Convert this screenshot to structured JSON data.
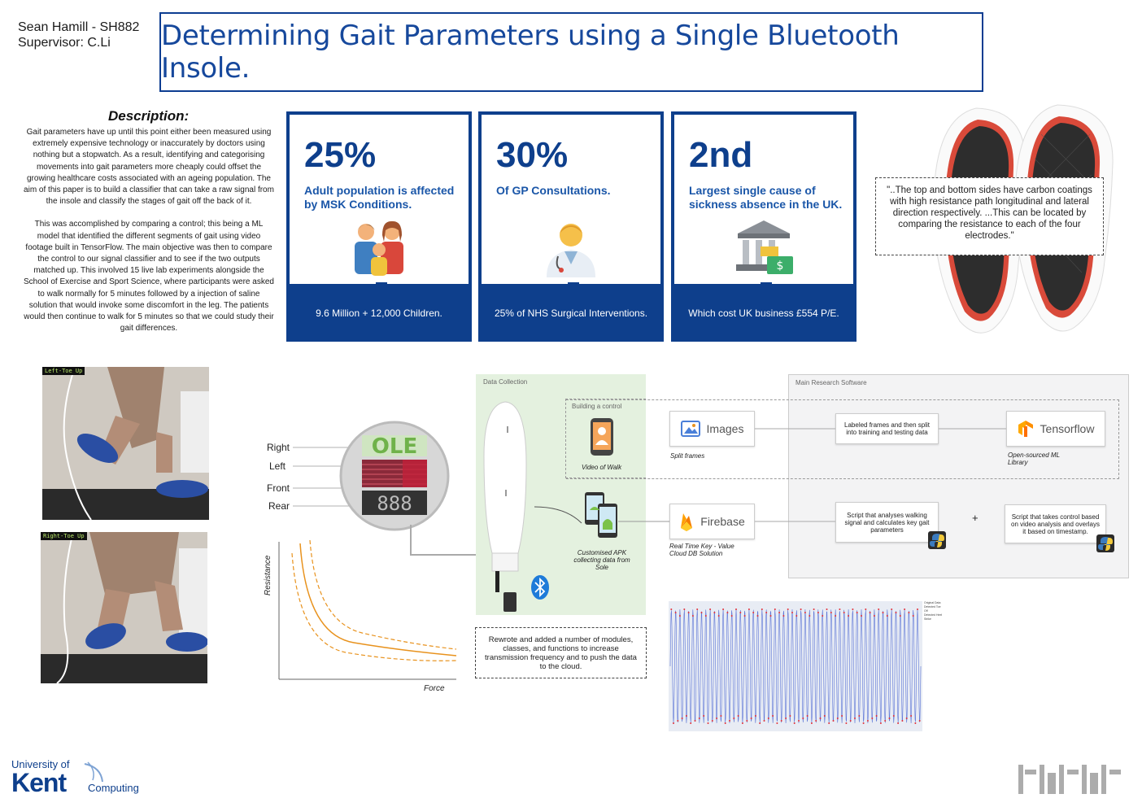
{
  "header": {
    "author_line": "Sean Hamill - SH882",
    "supervisor_line": "Supervisor: C.Li",
    "title": "Determining Gait Parameters using a Single Bluetooth Insole."
  },
  "description": {
    "heading": "Description:",
    "paragraph_1": "Gait parameters have up until this point either been measured using extremely expensive technology or inaccurately by doctors using nothing but a stopwatch. As a result, identifying and categorising movements into gait parameters more cheaply could offset the growing healthcare costs associated with an ageing population. The aim of this paper is to build a classifier that can take a raw signal from the insole and classify the stages of gait off the back of it.",
    "paragraph_2": "This was accomplished by comparing a control; this being a ML model that identified the different segments of gait using video footage built in TensorFlow. The main objective was then to compare the control to our signal classifier and to see if the two outputs matched up. This involved 15 live lab experiments alongside the School of Exercise and Sport Science, where participants were asked to walk normally for 5 minutes followed by a injection of saline solution that would invoke some discomfort in the leg. The patients would then continue to walk for 5 minutes so that we could study their gait differences."
  },
  "stats": [
    {
      "big": "25%",
      "text": "Adult population is affected by MSK Conditions.",
      "foot": "9.6 Million + 12,000 Children.",
      "icon": "family-icon"
    },
    {
      "big": "30%",
      "text": "Of GP Consultations.",
      "foot": "25% of NHS Surgical Interventions.",
      "icon": "doctor-icon"
    },
    {
      "big": "2nd",
      "text": "Largest single cause of sickness absence in the UK.",
      "foot": "Which cost UK business £554 P/E.",
      "icon": "bank-icon"
    }
  ],
  "quote": "\"..The top and bottom sides have carbon coatings with high resistance path longitudinal and lateral direction respectively. ...This can be located by comparing the resistance to each of the four electrodes.\"",
  "photos": [
    {
      "label": "Left-Toe Up"
    },
    {
      "label": "Right-Toe Up"
    }
  ],
  "sensor": {
    "labels": [
      "Right",
      "Left",
      "Front",
      "Rear"
    ],
    "display_text": "OLE",
    "digits": "888"
  },
  "graph": {
    "ylabel": "Resistance",
    "xlabel": "Force"
  },
  "data_collection": {
    "label": "Data Collection",
    "building_label": "Building a control",
    "video_caption": "Video of Walk",
    "apk_caption": "Customised APK collecting data from Sole"
  },
  "main_software": {
    "label": "Main Research Software",
    "images_label": "Images",
    "images_caption": "Split frames",
    "labeled_frames": "Labeled frames and then split into training and testing data",
    "tensorflow_label": "Tensorflow",
    "tensorflow_caption": "Open-sourced ML Library",
    "firebase_label": "Firebase",
    "firebase_caption": "Real Time Key - Value Cloud DB Solution",
    "script_1": "Script that analyses walking signal and calculates key gait parameters",
    "plus": "+",
    "script_2": "Script that takes control based on video analysis and overlays it based on timestamp."
  },
  "note": "Rewrote and added a number of modules, classes, and functions to increase transmission frequency and to push the data to the cloud.",
  "signal_chart": {
    "legend": [
      "Original Data",
      "Detected Toe Off",
      "Detected Heel Strike"
    ]
  },
  "footer": {
    "uni_line_1": "University of",
    "uni_line_2": "Kent",
    "dept": "Computing"
  },
  "colors": {
    "navy": "#0e3f8c",
    "title_blue": "#16489c",
    "orange_curve": "#e8921d",
    "panel_green": "#e4f1df"
  }
}
